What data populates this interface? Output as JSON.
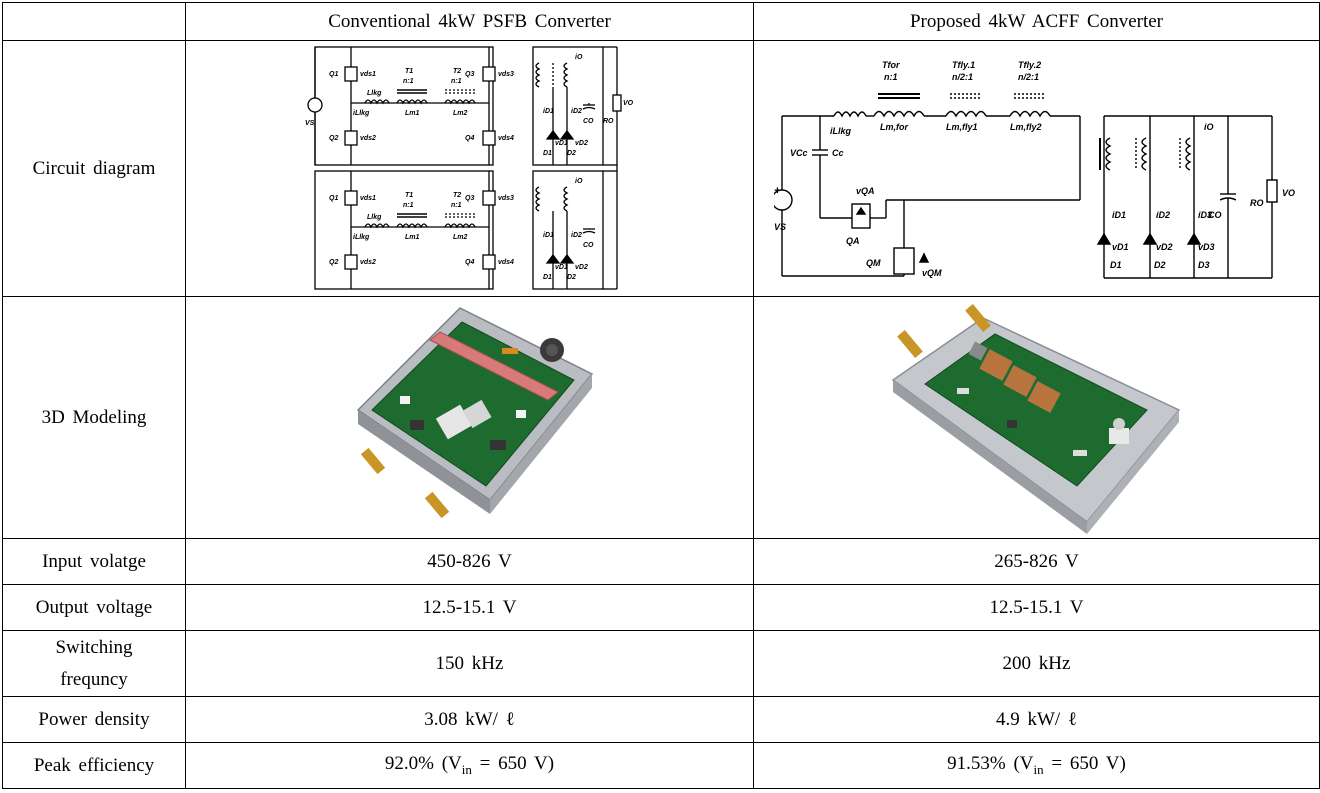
{
  "header": {
    "blank": "",
    "col1": "Conventional 4kW PSFB Converter",
    "col2": "Proposed 4kW ACFF Converter"
  },
  "rows": {
    "circuit": "Circuit diagram",
    "modeling": "3D Modeling",
    "input_label": "Input volatge",
    "input_c1": "450-826 V",
    "input_c2": "265-826 V",
    "output_label": "Output voltage",
    "output_c1": "12.5-15.1 V",
    "output_c2": "12.5-15.1 V",
    "switching_label_l1": "Switching",
    "switching_label_l2": "frequncy",
    "switching_c1": "150 kHz",
    "switching_c2": "200 kHz",
    "density_label": "Power density",
    "density_c1": "3.08 kW/ ℓ",
    "density_c2": "4.9 kW/ ℓ",
    "eff_label": "Peak efficiency",
    "eff_c1_pre": "92.0% (V",
    "eff_c2_pre": "91.53% (V",
    "eff_sub": "in",
    "eff_post": " = 650 V)"
  },
  "psfb_labels": {
    "q1": "Q1",
    "q2": "Q2",
    "q3": "Q3",
    "q4": "Q4",
    "vds1": "vds1",
    "vds2": "vds2",
    "vds3": "vds3",
    "vds4": "vds4",
    "t1": "T1",
    "t2": "T2",
    "ratio": "n:1",
    "llkg": "Llkg",
    "ilkg": "iLlkg",
    "lm1": "Lm1",
    "lm2": "Lm2",
    "vs": "VS",
    "io": "iO",
    "id1": "iD1",
    "id2": "iD2",
    "co": "CO",
    "ro": "RO",
    "vo": "VO",
    "d1": "D1",
    "d2": "D2",
    "vd1": "vD1",
    "vd2": "vD2"
  },
  "acff_labels": {
    "tfor": "Tfor",
    "tfor_ratio": "n:1",
    "tfly1": "Tfly.1",
    "tfly1_ratio": "n/2:1",
    "tfly2": "Tfly.2",
    "tfly2_ratio": "n/2:1",
    "illkg": "iLlkg",
    "lmfor": "Lm,for",
    "lmfly1": "Lm,fly1",
    "lmfly2": "Lm,fly2",
    "vcc": "VCc",
    "cc": "Cc",
    "vqa": "vQA",
    "qa": "QA",
    "qm": "QM",
    "vqm": "vQM",
    "vs": "VS",
    "io": "iO",
    "id1": "iD1",
    "id2": "iD2",
    "id3": "iD3",
    "vd1": "vD1",
    "vd2": "vD2",
    "vd3": "vD3",
    "d1": "D1",
    "d2": "D2",
    "d3": "D3",
    "co": "CO",
    "ro": "RO",
    "vo": "VO"
  },
  "colors": {
    "pcb_green": "#1e6b2f",
    "chassis_gray": "#b9bcc0",
    "connector_gold": "#c89526",
    "heatsink_red": "#d97a7a",
    "transformer_orange": "#b8743f"
  }
}
